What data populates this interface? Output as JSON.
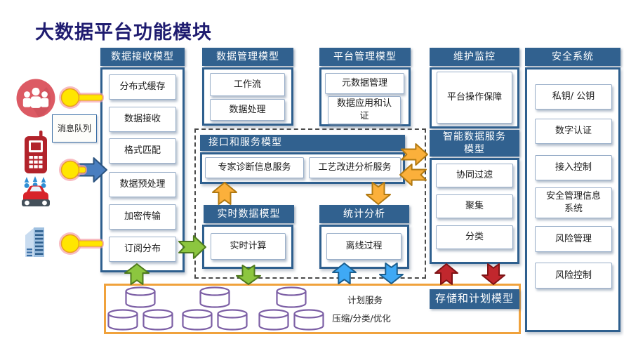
{
  "title": "大数据平台功能模块",
  "left": {
    "message_queue": "消息队列",
    "icons": {
      "users": "people-icon",
      "phone": "phone-icon",
      "car": "car-icon",
      "building": "building-icon",
      "marker": "key-marker-icon",
      "database": "database-cylinder-icon"
    }
  },
  "columns": {
    "receive": {
      "header": "数据接收模型",
      "items": [
        "分布式缓存",
        "数据接收",
        "格式匹配",
        "数据预处理",
        "加密传输",
        "订阅分布"
      ]
    },
    "manage": {
      "header": "数据管理模型",
      "items": [
        "工作流",
        "数据处理"
      ]
    },
    "platform": {
      "header": "平台管理模型",
      "items": [
        "元数据管理",
        "数据应用和认证"
      ]
    },
    "maintain": {
      "header": "维护监控",
      "items": [
        "平台操作保障"
      ]
    },
    "smart": {
      "header": "智能数据服务模型",
      "items": [
        "协同过滤",
        "聚集",
        "分类"
      ]
    },
    "security": {
      "header": "安全系统",
      "items": [
        "私钥/ 公钥",
        "数字认证",
        "接入控制",
        "安全管理信息系统",
        "风险管理",
        "风险控制"
      ]
    }
  },
  "interface_service": {
    "header": "接口和服务模型",
    "items": [
      "专家诊断信息服务",
      "工艺改进分析服务"
    ]
  },
  "realtime": {
    "header": "实时数据模型",
    "items": [
      "实时计算"
    ]
  },
  "statistics": {
    "header": "统计分析",
    "items": [
      "离线过程"
    ]
  },
  "storage": {
    "header": "存储和计划模型",
    "labels": [
      "计划服务",
      "压缩/分类/优化"
    ]
  },
  "colors": {
    "header_bg": "#31618F",
    "panel_border": "#2E5F8E",
    "title_color": "#1F1C70",
    "orange_border": "#F0A23C",
    "cylinder_purple": "#7C5FA5",
    "arrow_green": "#8CC63F",
    "arrow_green_stroke": "#4E7A1E",
    "arrow_orange": "#FBB03B",
    "arrow_orange_stroke": "#B27A12",
    "arrow_blue": "#3FA9F5",
    "arrow_blue_stroke": "#1B5E8E",
    "arrow_red": "#C1272D",
    "arrow_red_stroke": "#7F1416",
    "arrow_steel": "#4A7EBF",
    "arrow_steel_stroke": "#2C5480",
    "key_yellow": "#FFE600",
    "key_stroke": "#E8A020",
    "key_glow": "#F5A0A8",
    "icon_red": "#DC5A64",
    "icon_dark_red": "#B2232B",
    "icon_blue": "#2E8FD5",
    "icon_steel": "#2E5F8E"
  }
}
